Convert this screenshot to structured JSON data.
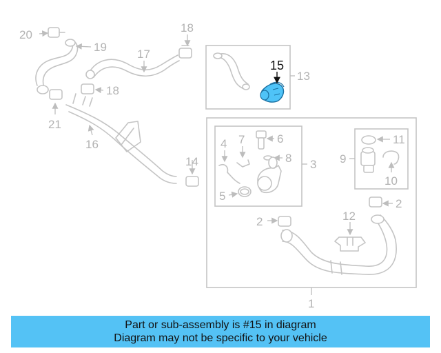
{
  "diagram": {
    "labels": [
      "1",
      "2",
      "2",
      "3",
      "4",
      "5",
      "6",
      "7",
      "8",
      "9",
      "10",
      "11",
      "12",
      "13",
      "14",
      "16",
      "17",
      "18",
      "18",
      "19",
      "20",
      "21"
    ],
    "highlight_label": "15",
    "highlight_color": "#4fc3f7"
  },
  "banner": {
    "line1": "Part or sub-assembly is #15 in diagram",
    "line2": "Diagram may not be specific to your vehicle",
    "background": "#54c2f5"
  }
}
